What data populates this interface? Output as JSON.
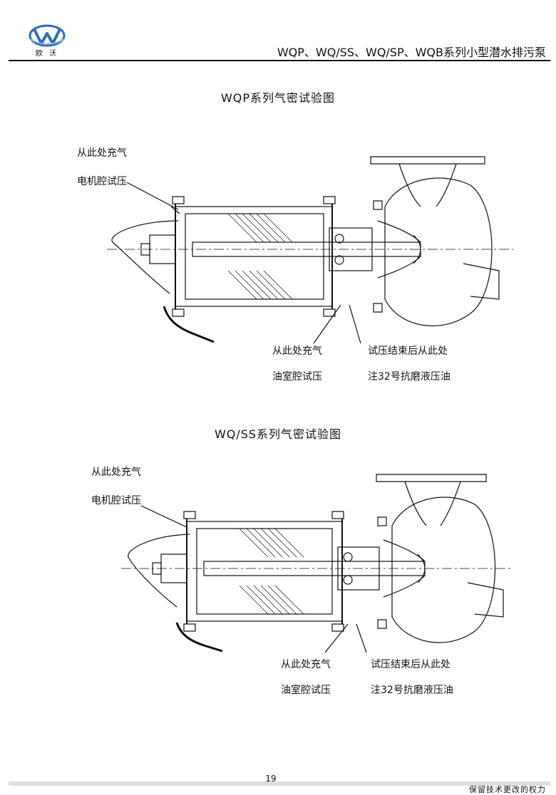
{
  "header": {
    "logo_text": "欧 沃",
    "title": "WQP、WQ/SS、WQ/SP、WQB系列小型潜水排污泵"
  },
  "sections": [
    {
      "title": "WQP系列气密试验图",
      "label_motor_1": "从此处充气",
      "label_motor_2": "电机腔试压",
      "label_oil_1": "从此处充气",
      "label_oil_2": "油室腔试压",
      "label_fill_1": "试压结束后从此处",
      "label_fill_2": "注32号抗磨液压油"
    },
    {
      "title": "WQ/SS系列气密试验图",
      "label_motor_1": "从此处充气",
      "label_motor_2": "电机腔试压",
      "label_oil_1": "从此处充气",
      "label_oil_2": "油室腔试压",
      "label_fill_1": "试压结束后从此处",
      "label_fill_2": "注32号抗磨液压油"
    }
  ],
  "footer": {
    "page_number": "19",
    "note": "保留技术更改的权力"
  },
  "colors": {
    "logo_blue": "#2f6db5",
    "ink": "#111111"
  }
}
